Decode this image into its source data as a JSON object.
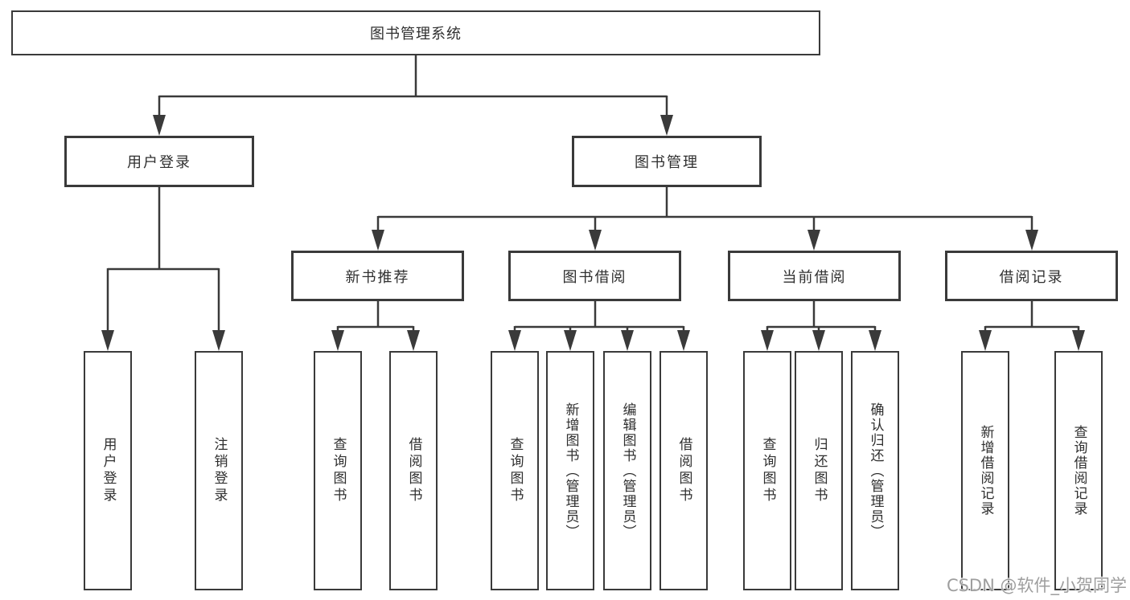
{
  "watermark": "CSDN @软件_小贺同学",
  "colors": {
    "line": "#3a3a3a",
    "text": "#2f2f2f",
    "watermark": "#9e9e9e",
    "background": "#ffffff"
  },
  "tree": {
    "root": {
      "label": "图书管理系统"
    },
    "level2": [
      {
        "label": "用户登录"
      },
      {
        "label": "图书管理"
      }
    ],
    "level3": [
      {
        "label": "新书推荐"
      },
      {
        "label": "图书借阅"
      },
      {
        "label": "当前借阅"
      },
      {
        "label": "借阅记录"
      }
    ],
    "leaves": {
      "user_login": [
        {
          "label": "用户登录"
        },
        {
          "label": "注销登录"
        }
      ],
      "new_book_rec": [
        {
          "label": "查询图书"
        },
        {
          "label": "借阅图书"
        }
      ],
      "book_borrow": [
        {
          "label": "查询图书"
        },
        {
          "label": "新增图书（管理员）"
        },
        {
          "label": "编辑图书（管理员）"
        },
        {
          "label": "借阅图书"
        }
      ],
      "current_borrow": [
        {
          "label": "查询图书"
        },
        {
          "label": "归还图书"
        },
        {
          "label": "确认归还（管理员）"
        }
      ],
      "borrow_records": [
        {
          "label": "新增借阅记录"
        },
        {
          "label": "查询借阅记录"
        }
      ]
    }
  }
}
